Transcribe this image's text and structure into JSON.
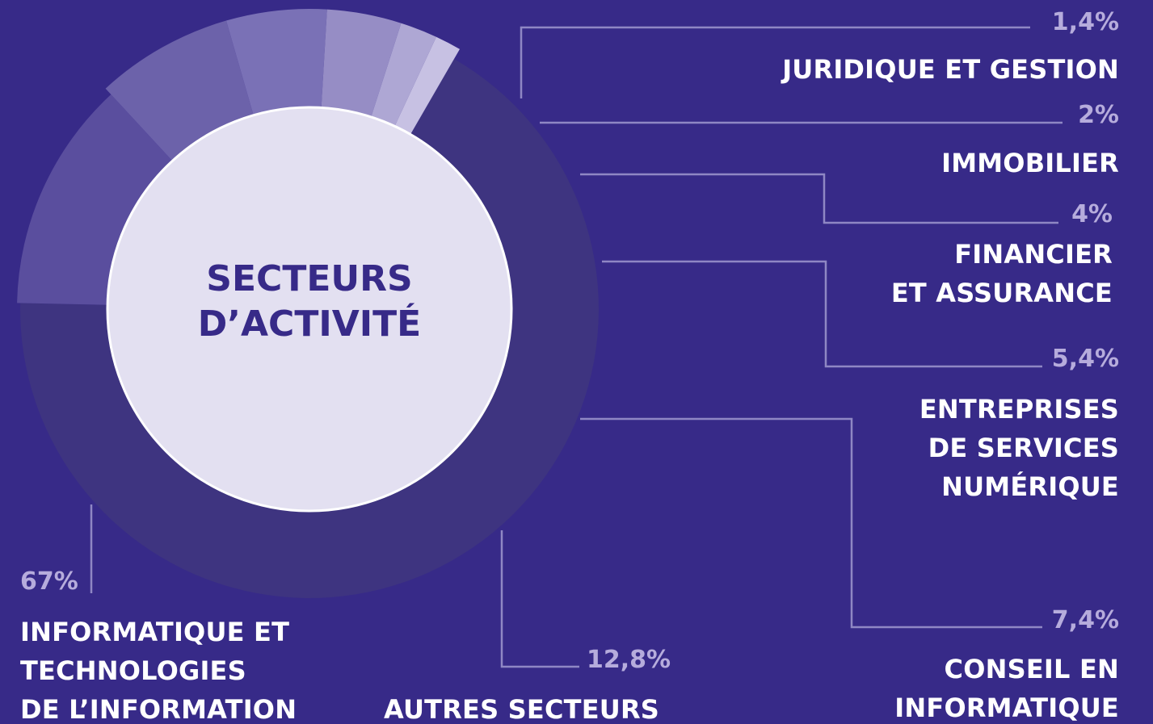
{
  "chart_data": {
    "type": "pie",
    "title": "SECTEURS D’ACTIVITÉ",
    "title_lines": [
      "SECTEURS",
      "D’ACTIVITÉ"
    ],
    "slices": [
      {
        "label_lines": [
          "INFORMATIQUE ET",
          "TECHNOLOGIES",
          "DE L’INFORMATION"
        ],
        "value": 67,
        "value_label": "67%",
        "color": "#3e3480"
      },
      {
        "label_lines": [
          "AUTRES SECTEURS"
        ],
        "value": 12.8,
        "value_label": "12,8%",
        "color": "#5a4e9e"
      },
      {
        "label_lines": [
          "CONSEIL EN",
          "INFORMATIQUE"
        ],
        "value": 7.4,
        "value_label": "7,4%",
        "color": "#6c62aa"
      },
      {
        "label_lines": [
          "ENTREPRISES",
          "DE SERVICES",
          "NUMÉRIQUE"
        ],
        "value": 5.4,
        "value_label": "5,4%",
        "color": "#7a71b6"
      },
      {
        "label_lines": [
          "FINANCIER",
          "ET ASSURANCE"
        ],
        "value": 4,
        "value_label": "4%",
        "color": "#968dc5"
      },
      {
        "label_lines": [
          "IMMOBILIER"
        ],
        "value": 2,
        "value_label": "2%",
        "color": "#aea7d4"
      },
      {
        "label_lines": [
          "JURIDIQUE ET GESTION"
        ],
        "value": 1.4,
        "value_label": "1,4%",
        "color": "#c7c1e3"
      }
    ]
  }
}
